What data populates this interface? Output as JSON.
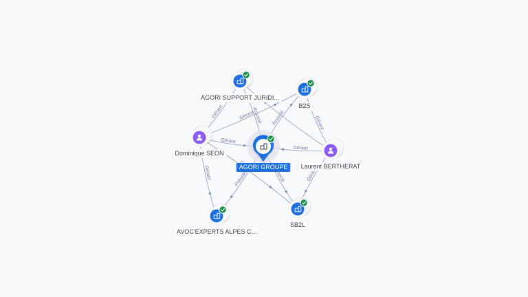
{
  "graph": {
    "nodes": [
      {
        "id": "agori_groupe",
        "label": "AGORI GROUPE",
        "kind": "company",
        "role": "center",
        "verified": true
      },
      {
        "id": "agori_support",
        "label": "AGORI SUPPORT JURIDI...",
        "kind": "company",
        "verified": true
      },
      {
        "id": "b2s",
        "label": "B2S",
        "kind": "company",
        "verified": true
      },
      {
        "id": "dominique",
        "label": "Dominique SEON",
        "kind": "person"
      },
      {
        "id": "laurent",
        "label": "Laurent BERTHERAT",
        "kind": "person"
      },
      {
        "id": "avoc",
        "label": "AVOC'EXPERTS ALPES C...",
        "kind": "company",
        "verified": true
      },
      {
        "id": "sb2l",
        "label": "SB2L",
        "kind": "company",
        "verified": true
      }
    ],
    "edges": [
      {
        "from": "dominique",
        "to": "agori_groupe",
        "label": "Gérant"
      },
      {
        "from": "laurent",
        "to": "agori_groupe",
        "label": "Gérant"
      },
      {
        "from": "dominique",
        "to": "agori_support",
        "label": "Gérant"
      },
      {
        "from": "laurent",
        "to": "agori_support",
        "label": ""
      },
      {
        "from": "dominique",
        "to": "b2s",
        "label": "Gérant"
      },
      {
        "from": "laurent",
        "to": "b2s",
        "label": "Gérant"
      },
      {
        "from": "agori_groupe",
        "to": "agori_support",
        "label": "Associé"
      },
      {
        "from": "agori_groupe",
        "to": "b2s",
        "label": "Associé"
      },
      {
        "from": "agori_groupe",
        "to": "sb2l",
        "label": "Associé"
      },
      {
        "from": "agori_groupe",
        "to": "avoc",
        "label": "Président"
      },
      {
        "from": "dominique",
        "to": "avoc",
        "label": "Gérant"
      },
      {
        "from": "dominique",
        "to": "sb2l",
        "label": "Gérant"
      },
      {
        "from": "laurent",
        "to": "sb2l",
        "label": "Gérant"
      }
    ]
  },
  "colors": {
    "company_icon": "#1f6fe0",
    "person_icon": "#8b5cf6",
    "verified_badge": "#1a8f4a",
    "center_label_bg": "#1f6fe0"
  },
  "icons": {
    "company": "building-icon",
    "person": "person-icon",
    "verified": "check-badge-icon"
  }
}
